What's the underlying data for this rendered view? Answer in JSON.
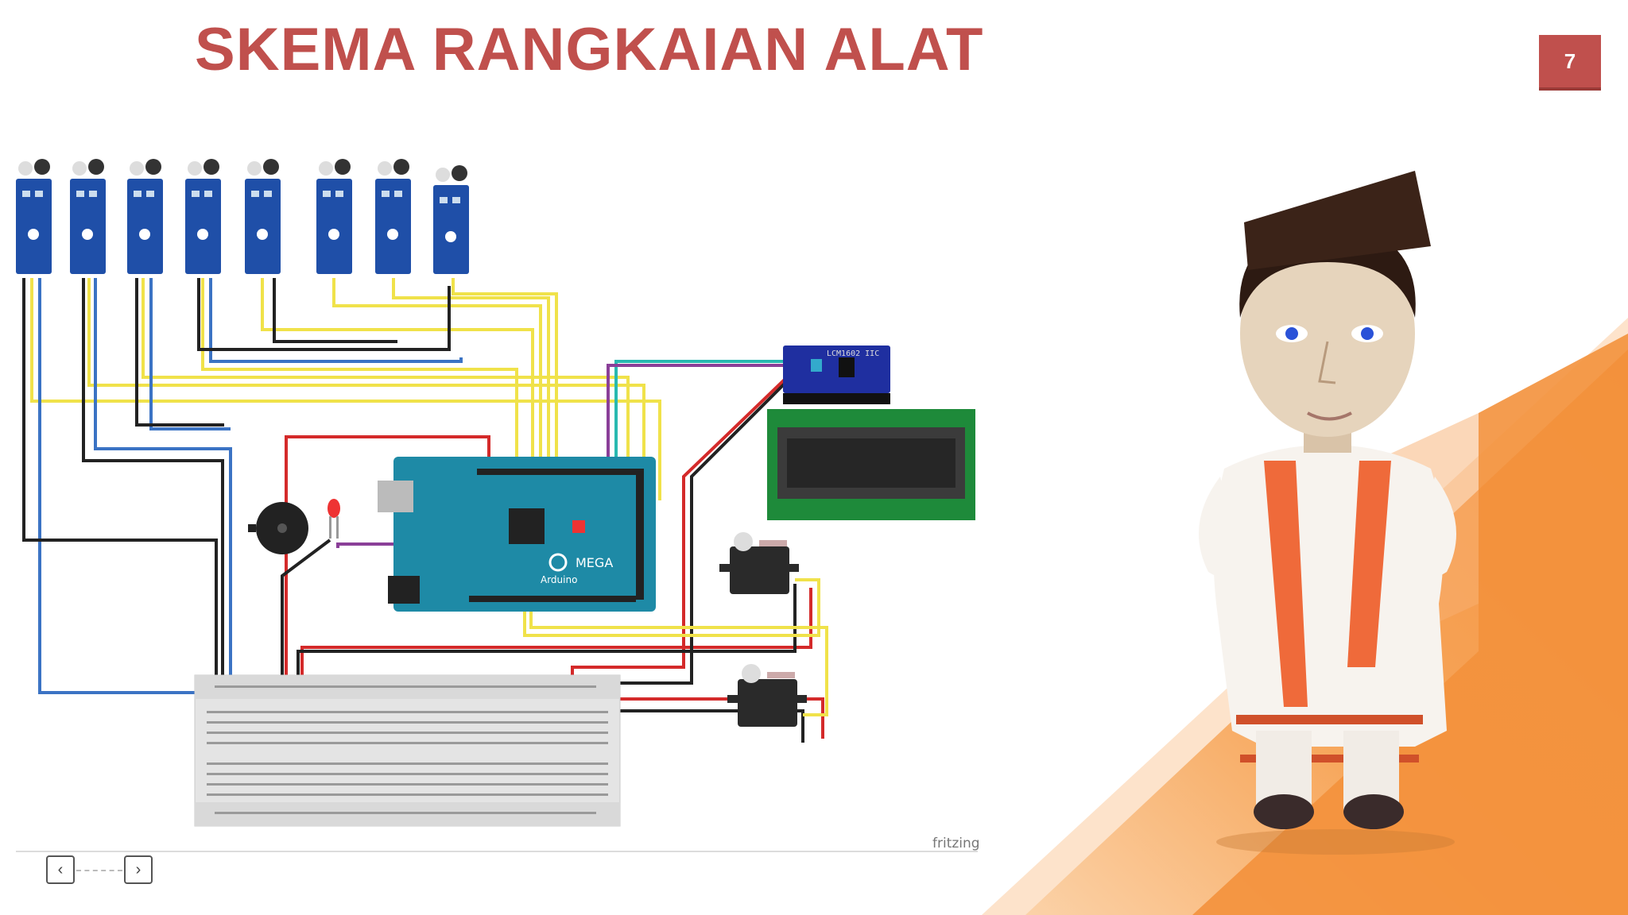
{
  "slide": {
    "title": "SKEMA RANGKAIAN ALAT",
    "page_number": "7"
  },
  "diagram": {
    "sensor_count": 8,
    "lcd_module_label": "LCM1602 IIC",
    "arduino_label": "MEGA",
    "arduino_brand": "Arduino",
    "watermark": "fritzing"
  },
  "navigation": {
    "prev_symbol": "‹",
    "next_symbol": "›"
  },
  "colors": {
    "title": "#c0504d",
    "badge": "#c0504d",
    "accent_orange": "#f5923e",
    "wire_yellow": "#f0e24a",
    "wire_blue": "#3b73c4",
    "wire_red": "#d42a2a",
    "wire_black": "#222222",
    "wire_cyan": "#28b9b0",
    "wire_purple": "#8a3f98"
  }
}
